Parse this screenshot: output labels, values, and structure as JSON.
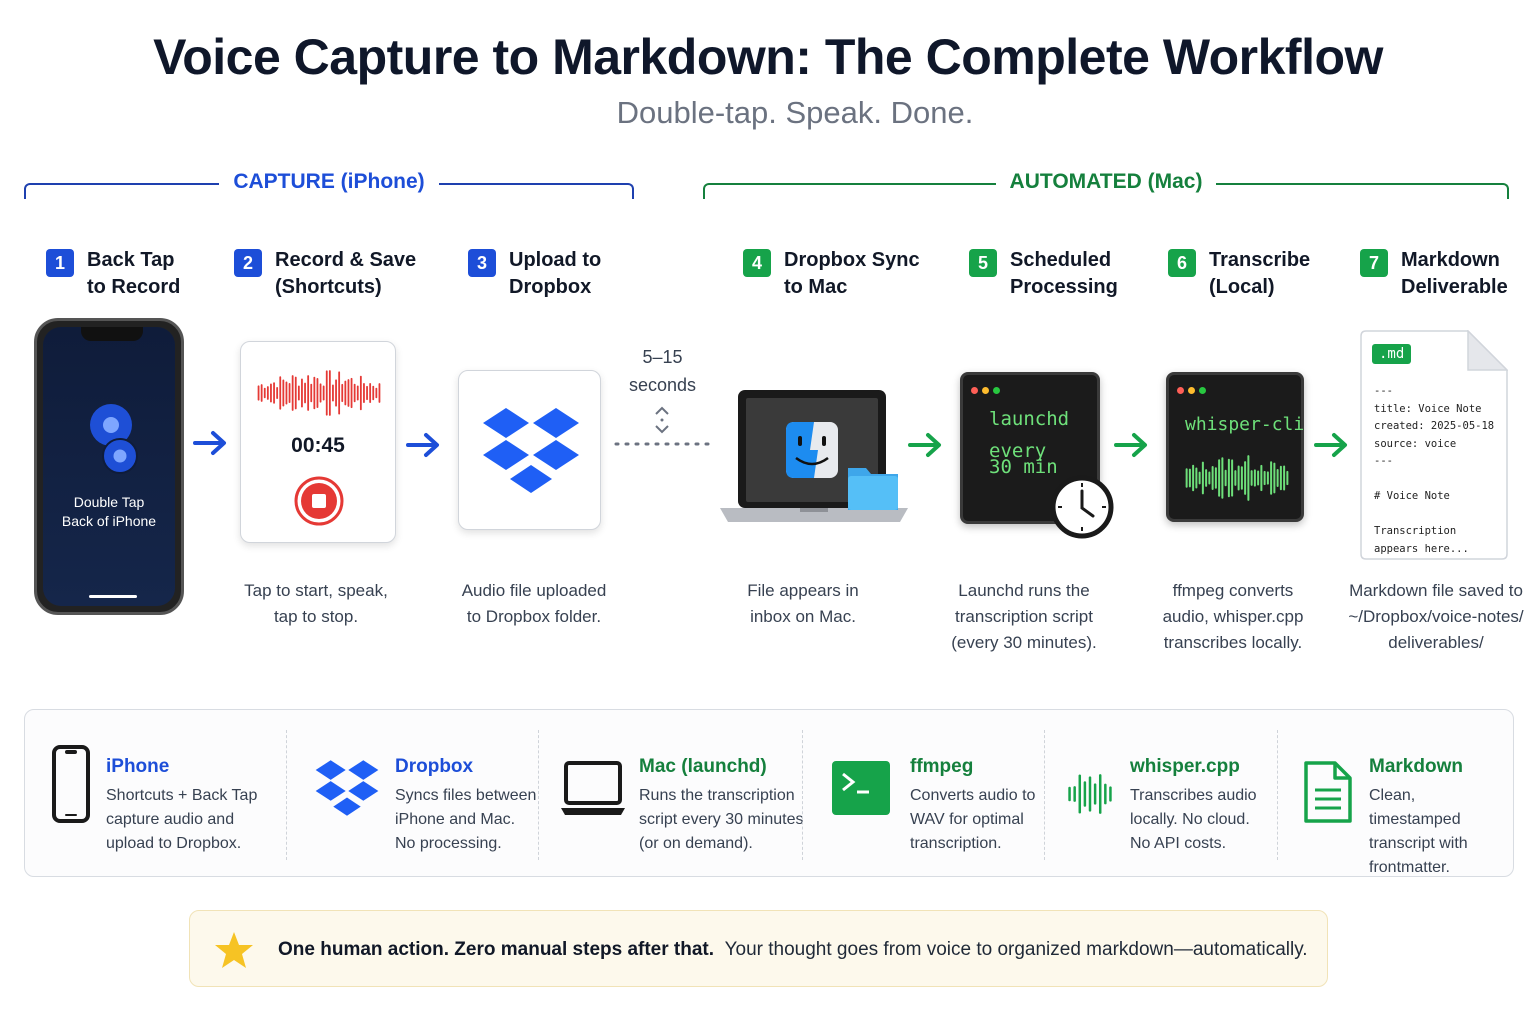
{
  "title": "Voice Capture to Markdown: The Complete Workflow",
  "subtitle": "Double-tap. Speak. Done.",
  "phases": {
    "capture": "CAPTURE (iPhone)",
    "automated": "AUTOMATED (Mac)"
  },
  "steps": [
    {
      "num": "1",
      "label": "Back Tap\nto Record",
      "desc": ""
    },
    {
      "num": "2",
      "label": "Record & Save\n(Shortcuts)",
      "desc": "Tap to start, speak,\ntap to stop."
    },
    {
      "num": "3",
      "label": "Upload to\nDropbox",
      "desc": "Audio file uploaded\nto Dropbox folder."
    },
    {
      "num": "4",
      "label": "Dropbox Sync\nto Mac",
      "desc": "File appears in\ninbox on Mac."
    },
    {
      "num": "5",
      "label": "Scheduled\nProcessing",
      "desc": "Launchd runs the\ntranscription script\n(every 30 minutes)."
    },
    {
      "num": "6",
      "label": "Transcribe\n(Local)",
      "desc": "ffmpeg converts\naudio, whisper.cpp\ntranscribes locally."
    },
    {
      "num": "7",
      "label": "Markdown\nDeliverable",
      "desc": "Markdown file saved to\n~/Dropbox/voice-notes/\ndeliverables/"
    }
  ],
  "iphone_screen_text": "Double Tap\nBack of iPhone",
  "recorder_time": "00:45",
  "sync_interval": "5–15\nseconds",
  "launchd_terminal": "launchd\n\nevery\n30 min",
  "whisper_terminal": "whisper-cli",
  "md_file": {
    "badge": ".md",
    "lines": "---\ntitle: Voice Note\ncreated: 2025-05-18\nsource: voice\n---\n\n# Voice Note\n\nTranscription\nappears here..."
  },
  "tools": [
    {
      "name": "iPhone",
      "icon": "iphone-icon",
      "desc": "Shortcuts + Back Tap\ncapture audio and\nupload to Dropbox."
    },
    {
      "name": "Dropbox",
      "icon": "dropbox-icon",
      "desc": "Syncs files between\niPhone and Mac.\nNo processing."
    },
    {
      "name": "Mac (launchd)",
      "icon": "laptop-icon",
      "desc": "Runs the transcription\nscript every 30 minutes\n(or on demand)."
    },
    {
      "name": "ffmpeg",
      "icon": "terminal-icon",
      "desc": "Converts audio to\nWAV for optimal\ntranscription."
    },
    {
      "name": "whisper.cpp",
      "icon": "waveform-icon",
      "desc": "Transcribes audio\nlocally. No cloud.\nNo API costs."
    },
    {
      "name": "Markdown",
      "icon": "document-icon",
      "desc": "Clean, timestamped\ntranscript with\nfrontmatter."
    }
  ],
  "note": {
    "bold": "One human action. Zero manual steps after that.",
    "text": "Your thought goes from voice to organized markdown—automatically."
  },
  "colors": {
    "blue": "#1d4ed8",
    "green": "#16a34a",
    "recording_red": "#e53935",
    "dropbox_blue": "#1f5ff5",
    "terminal_green": "#6ee07a",
    "star": "#f6c324"
  }
}
